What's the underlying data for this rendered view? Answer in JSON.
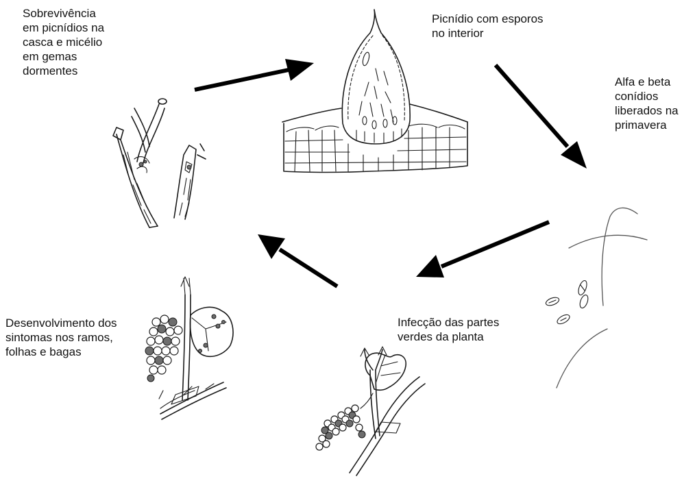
{
  "labels": {
    "survival": "Sobrevivência\nem picnídios na\ncasca e micélio\nem gemas\ndormentes",
    "pycnidium": "Picnídio com esporos\nno interior",
    "conidia": "Alfa e beta\nconídios\nliberados na\nprimavera",
    "infection": "Infecção das partes\nverdes da planta",
    "symptoms": "Desenvolvimento dos\nsintomas nos ramos,\nfolhas e bagas"
  },
  "colors": {
    "arrow": "#000000",
    "ink": "#1a1a1a",
    "background": "#ffffff"
  }
}
